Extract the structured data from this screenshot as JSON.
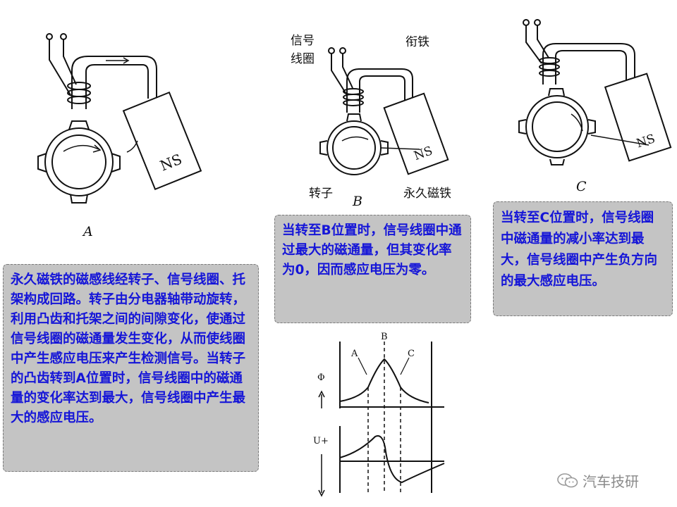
{
  "figure_a": {
    "caption": "A",
    "magnet_label": "NS"
  },
  "figure_b": {
    "caption": "B",
    "magnet_label": "NS",
    "label_coil": "信号\n线圈",
    "label_armature": "衔铁",
    "label_rotor": "转子",
    "label_magnet": "永久磁铁"
  },
  "figure_c": {
    "caption": "C",
    "magnet_label": "NS"
  },
  "text_main": "永久磁铁的磁感线经转子、信号线圈、托架构成回路。转子由分电器轴带动旋转，利用凸齿和托架之间的间隙变化，使通过信号线圈的磁通量发生变化，从而使线圈中产生感应电压来产生检测信号。当转子的凸齿转到A位置时，信号线圈中的磁通量的变化率达到最大，信号线圈中产生最大的感应电压。",
  "text_b": "当转至B位置时，信号线圈中通过最大的磁通量，但其变化率为0，因而感应电压为零。",
  "text_c": "当转至C位置时，信号线圈中磁通量的减小率达到最大，信号线圈中产生负方向的最大感应电压。",
  "graph": {
    "label_a": "A",
    "label_b": "B",
    "label_c": "C",
    "label_phi": "Φ",
    "label_u": "U+"
  },
  "watermark": {
    "text": "汽车技研",
    "icon": "wechat-icon"
  }
}
